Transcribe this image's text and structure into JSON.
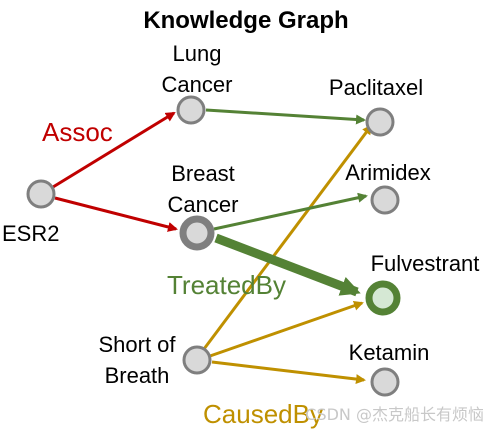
{
  "title": "Knowledge Graph",
  "colors": {
    "assoc": "#c00000",
    "treated": "#548235",
    "caused": "#bf9000",
    "node_fill": "#d9d9d9",
    "node_stroke": "#7f7f7f",
    "highlight_fill": "#d5e8d4"
  },
  "nodes": {
    "esr2": {
      "label": "ESR2"
    },
    "lung_cancer": {
      "label_line1": "Lung",
      "label_line2": "Cancer"
    },
    "breast_cancer": {
      "label_line1": "Breast",
      "label_line2": "Cancer"
    },
    "short_of_breath": {
      "label_line1": "Short of",
      "label_line2": "Breath"
    },
    "paclitaxel": {
      "label": "Paclitaxel"
    },
    "arimidex": {
      "label": "Arimidex"
    },
    "fulvestrant": {
      "label": "Fulvestrant"
    },
    "ketamin": {
      "label": "Ketamin"
    }
  },
  "relations": {
    "assoc": "Assoc",
    "treated_by": "TreatedBy",
    "caused_by": "CausedBy"
  },
  "watermark": "CSDN @杰克船长有烦恼"
}
